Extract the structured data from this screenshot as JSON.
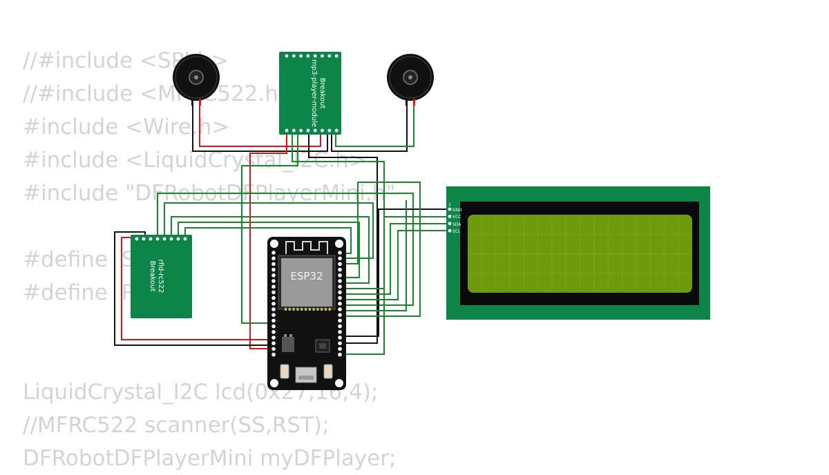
{
  "code_lines": [
    "//#include <SPI.h>",
    "//#include <MFRC522.h>",
    "#include <Wire.h>",
    "#include <LiquidCrystal_I2C.h>",
    "#include \"DFRobotDFPlayerMini.h\"",
    "",
    "#define  SS",
    "#define  RST",
    "",
    "",
    "LiquidCrystal_I2C lcd(0x27,16,4);",
    "//MFRC522 scanner(SS,RST);",
    "DFRobotDFPlayerMini myDFPlayer;"
  ],
  "modules": {
    "mp3": {
      "name": "mp3-player-module",
      "sub": "Breakout"
    },
    "rfid": {
      "name": "rfid-rc522",
      "sub": "Breakout"
    },
    "esp32": {
      "name": "ESP32"
    },
    "lcd": {
      "pin_index": "1",
      "pins": [
        "GND",
        "VCC",
        "SDA",
        "SCL"
      ]
    }
  },
  "colors": {
    "board_green": "#0e8548",
    "lcd_screen": "#6e9b0c",
    "wire_green": "#138a2a",
    "wire_black": "#111111",
    "wire_red": "#d91414"
  }
}
